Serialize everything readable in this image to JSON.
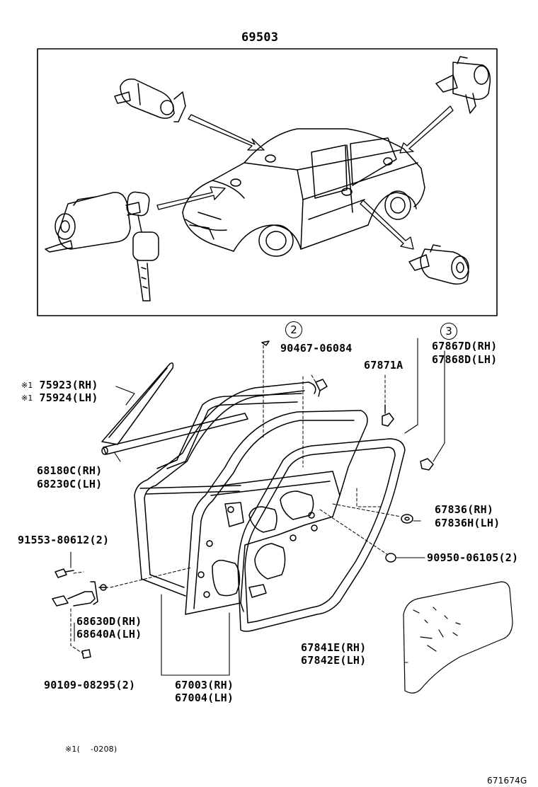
{
  "inset": {
    "part_number": "69503"
  },
  "callouts": {
    "c2": "2",
    "c3": "3"
  },
  "parts": {
    "p75923": "75923(RH)",
    "p75924": "75924(LH)",
    "p68180c": "68180C(RH)",
    "p68230c": "68230C(LH)",
    "p91553": "91553-80612(2)",
    "p68630d": "68630D(RH)",
    "p68640a": "68640A(LH)",
    "p90109": "90109-08295(2)",
    "p67003": "67003(RH)",
    "p67004": "67004(LH)",
    "p90467": "90467-06084",
    "p67871a": "67871A",
    "p67867d": "67867D(RH)",
    "p67868d": "67868D(LH)",
    "p67836": "67836(RH)",
    "p67836h": "67836H(LH)",
    "p90950": "90950-06105(2)",
    "p67841e": "67841E(RH)",
    "p67842e": "67842E(LH)"
  },
  "note": {
    "mark": "※1",
    "text": "(    -0208)"
  },
  "footer": {
    "code": "671674G"
  }
}
